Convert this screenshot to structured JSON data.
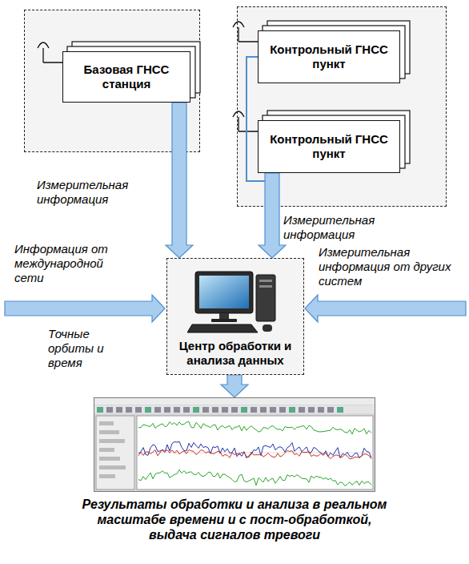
{
  "diagram": {
    "nodes": [
      {
        "text": [
          "Базовая ГНСС станция"
        ]
      },
      {
        "text": [
          "Контрольный ГНСС пункт"
        ]
      },
      {
        "text": [
          "Контрольный ГНСС пункт"
        ]
      },
      {
        "text": [
          "Центр обработки и анализа данных"
        ]
      },
      {
        "text": [
          "Результаты обработки и анализа в реальном масштабе времени и с пост-обработкой, выдача сигналов тревоги"
        ]
      }
    ],
    "edges": [
      {
        "from": 0,
        "to": 3,
        "arrow": "to",
        "label": "Измерительная информация"
      },
      {
        "from": 1,
        "to": 3,
        "arrow": "to"
      },
      {
        "from": 2,
        "to": 3,
        "arrow": "to",
        "label": "Измерительная информация"
      },
      {
        "from": 3,
        "to": 4,
        "arrow": "to"
      }
    ],
    "labels": [
      "Информация от международной сети",
      "Точные орбиты и время",
      "Измерительная информация от других систем"
    ]
  }
}
